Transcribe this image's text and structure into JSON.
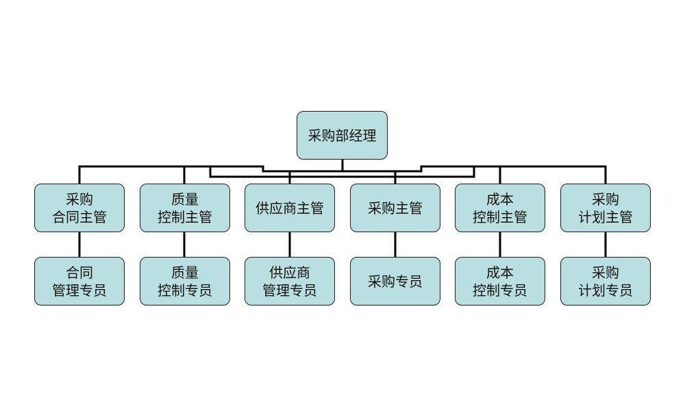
{
  "diagram": {
    "root": {
      "lines": [
        "采购部经理"
      ]
    },
    "supervisors": [
      {
        "lines": [
          "采购",
          "合同主管"
        ]
      },
      {
        "lines": [
          "质量",
          "控制主管"
        ]
      },
      {
        "lines": [
          "供应商主管"
        ]
      },
      {
        "lines": [
          "采购主管"
        ]
      },
      {
        "lines": [
          "成本",
          "控制主管"
        ]
      },
      {
        "lines": [
          "采购",
          "计划主管"
        ]
      }
    ],
    "specialists": [
      {
        "lines": [
          "合同",
          "管理专员"
        ]
      },
      {
        "lines": [
          "质量",
          "控制专员"
        ]
      },
      {
        "lines": [
          "供应商",
          "管理专员"
        ]
      },
      {
        "lines": [
          "采购专员"
        ]
      },
      {
        "lines": [
          "成本",
          "控制专员"
        ]
      },
      {
        "lines": [
          "采购",
          "计划专员"
        ]
      }
    ],
    "colors": {
      "box_fill": "#b9dfe0",
      "box_border": "#1d1d1d",
      "connector": "#000000"
    }
  }
}
